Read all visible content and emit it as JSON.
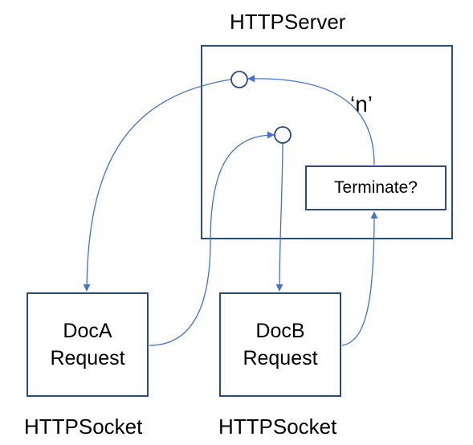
{
  "server": {
    "label": "HTTPServer",
    "edge_label": "‘n’",
    "terminate_label": "Terminate?"
  },
  "doc_a": {
    "line1": "DocA",
    "line2": "Request",
    "socket_label": "HTTPSocket"
  },
  "doc_b": {
    "line1": "DocB",
    "line2": "Request",
    "socket_label": "HTTPSocket"
  },
  "colors": {
    "box_border": "#2f4b7c",
    "connector": "#4472c4"
  }
}
